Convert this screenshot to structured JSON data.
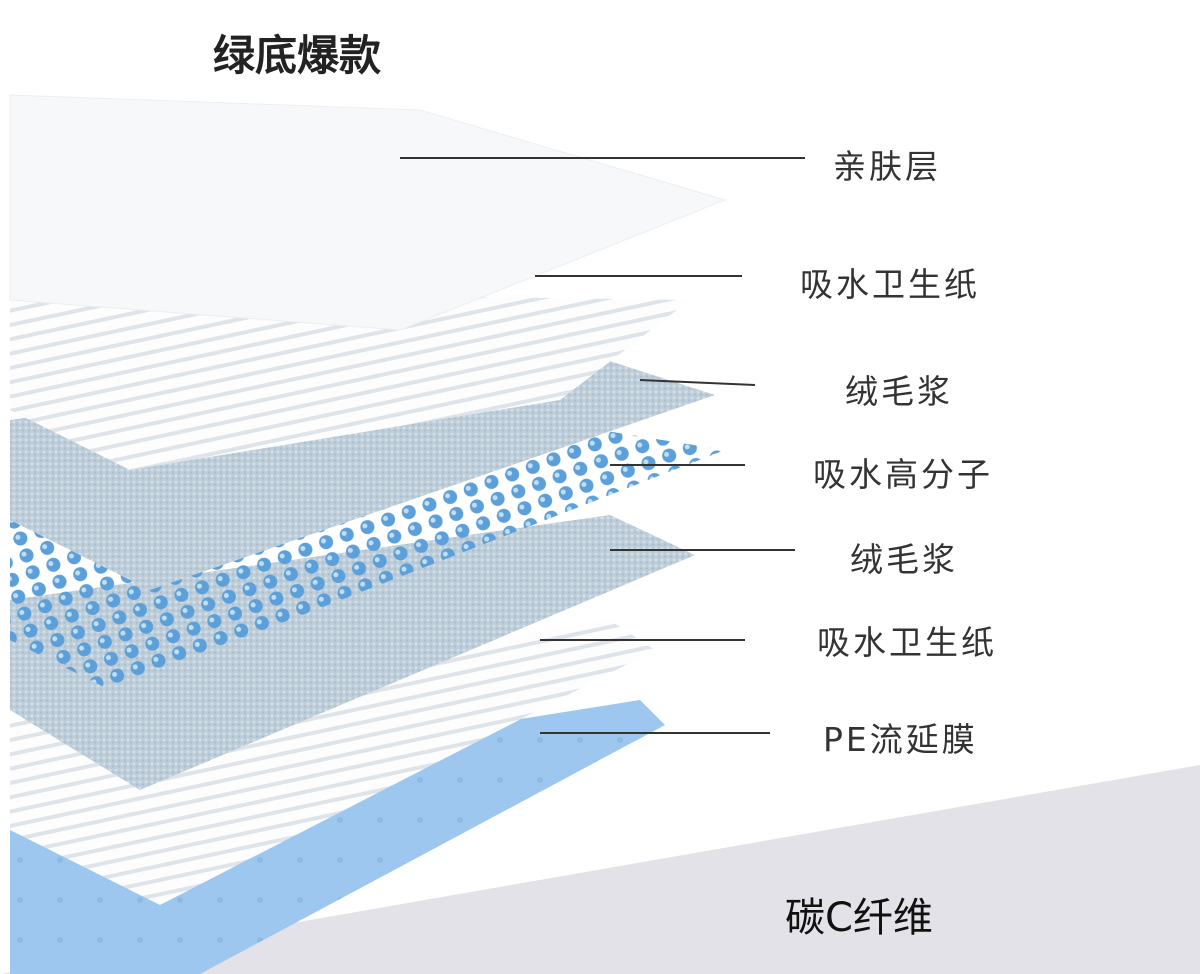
{
  "title": "绿底爆款",
  "layers": [
    {
      "label": "亲肤层"
    },
    {
      "label": "吸水卫生纸"
    },
    {
      "label": "绒毛浆"
    },
    {
      "label": "吸水高分子"
    },
    {
      "label": "绒毛浆"
    },
    {
      "label": "吸水卫生纸"
    },
    {
      "label": "PE流延膜"
    }
  ],
  "feature": "碳C纤维",
  "colors": {
    "fluff": "#b9cbd8",
    "bead": "#5a9fd8",
    "pe": "#9cc6ec",
    "band": "#e3e2e8"
  }
}
